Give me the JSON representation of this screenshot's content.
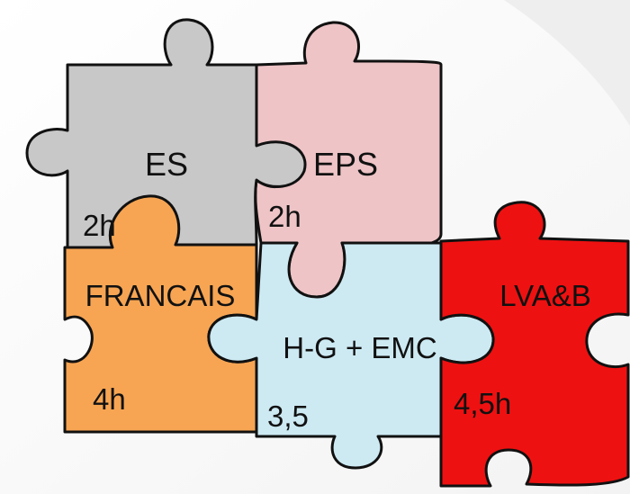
{
  "pieces": {
    "es": {
      "name": "ES",
      "hours": "2h",
      "color": "#c8c8c8"
    },
    "eps": {
      "name": "EPS",
      "hours": "2h",
      "color": "#eec4c6"
    },
    "francais": {
      "name": "FRANCAIS",
      "hours": "4h",
      "color": "#f7a553"
    },
    "hg": {
      "name": "H-G + EMC",
      "hours": "3,5",
      "color": "#cdeaf3"
    },
    "lva": {
      "name": "LVA&B",
      "hours": "4,5h",
      "color": "#ee1111"
    }
  }
}
